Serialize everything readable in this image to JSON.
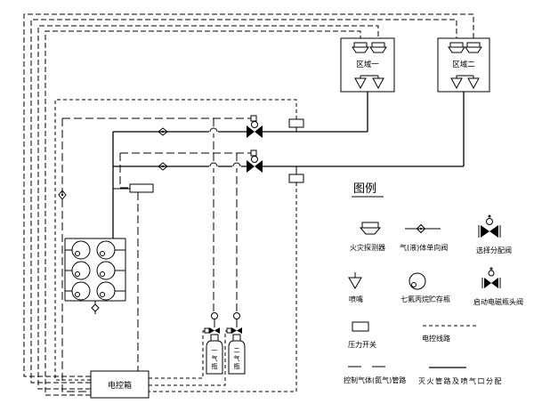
{
  "zones": [
    {
      "label": "区域一"
    },
    {
      "label": "区域二"
    }
  ],
  "control_box": {
    "label": "电控箱"
  },
  "pilot_bottles": [
    {
      "label": "一气瓶"
    },
    {
      "label": "二气瓶"
    }
  ],
  "legend": {
    "title": "图例",
    "items": [
      {
        "symbol": "fire-detector",
        "label": "火灾探测器"
      },
      {
        "symbol": "check-valve",
        "label": "气(液)体单向阀"
      },
      {
        "symbol": "selector-valve",
        "label": "选择分配阀"
      },
      {
        "symbol": "nozzle",
        "label": "喷嘴"
      },
      {
        "symbol": "storage-cylinder",
        "label": "七氟丙烷贮存瓶"
      },
      {
        "symbol": "solenoid-bottle-valve",
        "label": "启动电磁瓶头阀"
      },
      {
        "symbol": "pressure-switch",
        "label": "压力开关"
      },
      {
        "symbol": "electric-control-line",
        "label": "电控线路"
      },
      {
        "symbol": "control-gas-line",
        "label": "控制气体(氮气)管路"
      },
      {
        "symbol": "agent-pipe-line",
        "label": "灭火管路及喷气口分配"
      }
    ]
  },
  "colors": {
    "line": "#000000",
    "background": "#ffffff"
  }
}
